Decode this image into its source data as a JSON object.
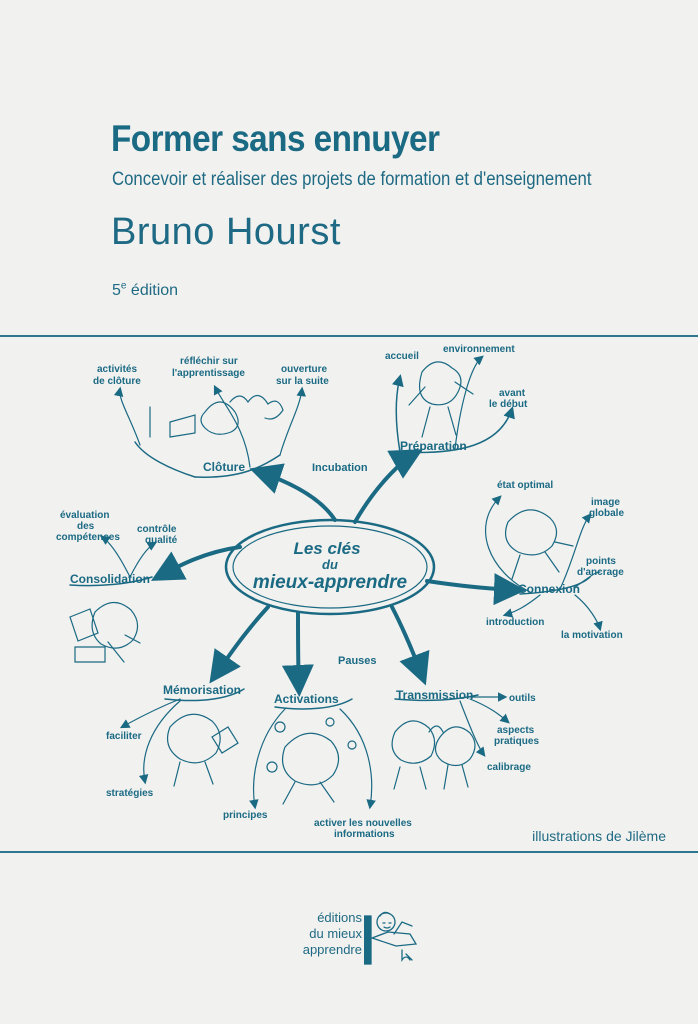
{
  "book": {
    "title": "Former sans ennuyer",
    "subtitle": "Concevoir et réaliser des projets de formation et d'enseignement",
    "author": "Bruno Hourst",
    "edition_number": "5",
    "edition_suffix": "e",
    "edition_label": " édition",
    "illustrator_credit": "illustrations de Jilème"
  },
  "mindmap": {
    "center": [
      "Les clés",
      "du",
      "mieux-apprendre"
    ],
    "link_labels": {
      "incubation": "Incubation",
      "pauses": "Pauses"
    },
    "branches": {
      "cloture": {
        "label": "Clôture",
        "leaves": [
          "activités",
          "de clôture",
          "réfléchir sur",
          "l'apprentissage",
          "ouverture",
          "sur la suite"
        ]
      },
      "preparation": {
        "label": "Préparation",
        "leaves": [
          "accueil",
          "environnement",
          "avant",
          "le début"
        ]
      },
      "connexion": {
        "label": "Connexion",
        "leaves": [
          "état optimal",
          "image",
          "globale",
          "points",
          "d'ancrage",
          "introduction",
          "la motivation"
        ]
      },
      "consolidation": {
        "label": "Consolidation",
        "leaves": [
          "évaluation",
          "des",
          "compétences",
          "contrôle",
          "qualité"
        ]
      },
      "memorisation": {
        "label": "Mémorisation",
        "leaves": [
          "faciliter",
          "stratégies"
        ]
      },
      "activations": {
        "label": "Activations",
        "leaves": [
          "principes",
          "activer les nouvelles",
          "informations"
        ]
      },
      "transmission": {
        "label": "Transmission",
        "leaves": [
          "outils",
          "aspects",
          "pratiques",
          "calibrage"
        ]
      }
    }
  },
  "publisher": {
    "lines": [
      "éditions",
      "du mieux",
      "apprendre"
    ]
  },
  "colors": {
    "ink": "#1b6a84",
    "background": "#f1f1ef"
  }
}
